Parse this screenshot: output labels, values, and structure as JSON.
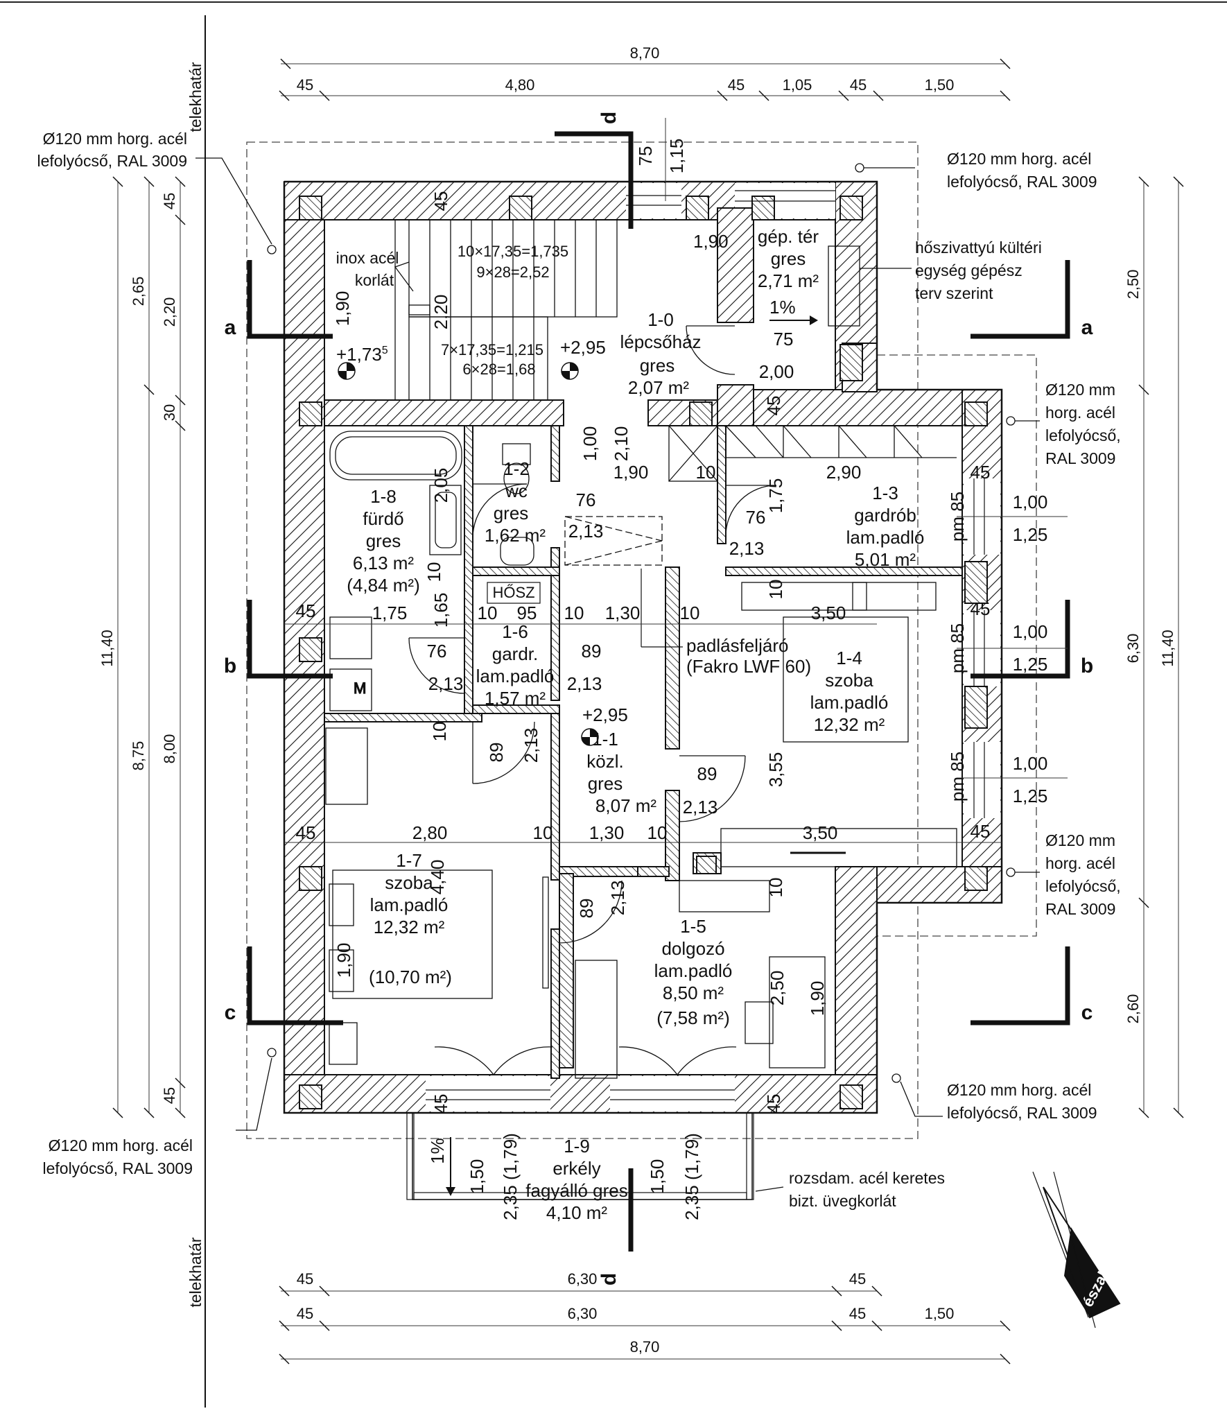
{
  "border": {
    "lot_line_top": "telekhatár",
    "lot_line_bottom": "telekhatár"
  },
  "dims": {
    "top_total": "8,70",
    "top_row": [
      "45",
      "4,80",
      "45",
      "1,05",
      "45",
      "1,50"
    ],
    "bottom_row1": [
      "45",
      "6,30",
      "45"
    ],
    "bottom_row2": [
      "45",
      "6,30",
      "45",
      "1,50"
    ],
    "bottom_total": "8,70",
    "left_outer": [
      "11,40"
    ],
    "left_mid": [
      "2,65",
      "8,75"
    ],
    "left_inner": [
      "45",
      "2,20",
      "30",
      "8,00",
      "45"
    ],
    "right_inner": [
      "2,50",
      "6,30",
      "2,60"
    ],
    "right_outer": [
      "11,40"
    ]
  },
  "downpipes": {
    "top_left": [
      "Ø120 mm horg. acél",
      "lefolyócső, RAL 3009"
    ],
    "top_right": [
      "Ø120 mm horg. acél",
      "lefolyócső, RAL 3009"
    ],
    "mid_right1": [
      "Ø120 mm",
      "horg. acél",
      "lefolyócső,",
      "RAL 3009"
    ],
    "mid_right2": [
      "Ø120 mm",
      "horg. acél",
      "lefolyócső,",
      "RAL 3009"
    ],
    "bottom_right": [
      "Ø120 mm horg. acél",
      "lefolyócső, RAL 3009"
    ],
    "bottom_left": [
      "Ø120 mm horg. acél",
      "lefolyócső, RAL 3009"
    ]
  },
  "notes": {
    "heat_pump": [
      "hőszivattyú kültéri",
      "egység gépész",
      "terv szerint"
    ],
    "railing": [
      "inox acél",
      "korlát"
    ],
    "balcony_railing": [
      "rozsdam. acél keretes",
      "bizt. üvegkorlát"
    ],
    "attic": [
      "padlásfeljáró",
      "(Fakro LWF 60)"
    ],
    "stair1": "10×17,35=1,735",
    "stair2": "9×28=2,52",
    "stair3": "7×17,35=1,215",
    "stair4": "6×28=1,68",
    "hosz": "HŐSZ",
    "north": "észak",
    "slope": "1%",
    "level_173": "+1,73",
    "level_173_sup": "5",
    "level_295a": "+2,95",
    "level_295b": "+2,95"
  },
  "sections": [
    "a",
    "a",
    "b",
    "b",
    "c",
    "c",
    "d",
    "d"
  ],
  "rooms": {
    "r10": [
      "1-0",
      "lépcsőház",
      "gres",
      "2,07 m²"
    ],
    "r_gep": [
      "gép. tér",
      "gres",
      "2,71 m²"
    ],
    "r12": [
      "1-2",
      "wc",
      "gres",
      "1,62 m²"
    ],
    "r18": [
      "1-8",
      "fürdő",
      "gres",
      "6,13 m²",
      "(4,84 m²)"
    ],
    "r13": [
      "1-3",
      "gardrób",
      "lam.padló",
      "5,01 m²"
    ],
    "r16": [
      "1-6",
      "gardr.",
      "lam.padló",
      "1,57 m²"
    ],
    "r14": [
      "1-4",
      "szoba",
      "lam.padló",
      "12,32 m²"
    ],
    "r11": [
      "1-1",
      "közl.",
      "gres",
      "8,07 m²"
    ],
    "r17": [
      "1-7",
      "szoba",
      "lam.padló",
      "12,32 m²",
      "(10,70 m²)"
    ],
    "r15": [
      "1-5",
      "dolgozó",
      "lam.padló",
      "8,50 m²",
      "(7,58 m²)"
    ],
    "r19": [
      "1-9",
      "erkély",
      "fagyálló gres",
      "4,10 m²"
    ]
  },
  "inner_dims": {
    "d_190_top": "1,90",
    "d_45_a": "45",
    "d_220": "2,20",
    "d_190_left": "1,90",
    "d_75": "75",
    "d_115": "1,15",
    "d_75b": "75",
    "d_200": "2,00",
    "d_45_b": "45",
    "d_100": "1,00",
    "d_210": "2,10",
    "d_190_mid": "1,90",
    "d_10a": "10",
    "d_290": "2,90",
    "d_205": "2,05",
    "d_76a": "76",
    "d_213a": "2,13",
    "d_175": "1,75",
    "d_76b": "76",
    "d_213b": "2,13",
    "d_10b": "10",
    "d_45_c": "45",
    "d_175b": "1,75",
    "d_165": "1,65",
    "d_10c": "10",
    "d_95": "95",
    "d_10d": "10",
    "d_130": "1,30",
    "d_10e": "10",
    "d_350": "3,50",
    "d_10f": "10",
    "d_76c": "76",
    "d_213c": "2,13",
    "d_89a": "89",
    "d_213d": "2,13",
    "d_10g": "10",
    "d_89b": "89",
    "d_213e": "2,13",
    "d_355": "3,55",
    "d_89c": "89",
    "d_213f": "2,13",
    "d_45_d": "45",
    "d_280": "2,80",
    "d_10h": "10",
    "d_130b": "1,30",
    "d_10i": "10",
    "d_350b": "3,50",
    "d_440": "4,40",
    "d_89d": "89",
    "d_213g": "2,13",
    "d_10j": "10",
    "d_190b": "1,90",
    "d_250": "2,50",
    "d_190c": "1,90",
    "d_45_e": "45",
    "d_45_f": "45",
    "d_150a": "1,50",
    "d_235a": "2,35 (1,79)",
    "d_150b": "1,50",
    "d_235b": "2,35 (1,79)",
    "win_pm1": "pm 85",
    "win_100a": "1,00",
    "win_125a": "1,25",
    "win_pm2": "pm 85",
    "win_100b": "1,00",
    "win_125b": "1,25",
    "win_pm3": "pm 85",
    "win_100c": "1,00",
    "win_125c": "1,25",
    "w45a": "45",
    "w45b": "45",
    "w45c": "45"
  }
}
